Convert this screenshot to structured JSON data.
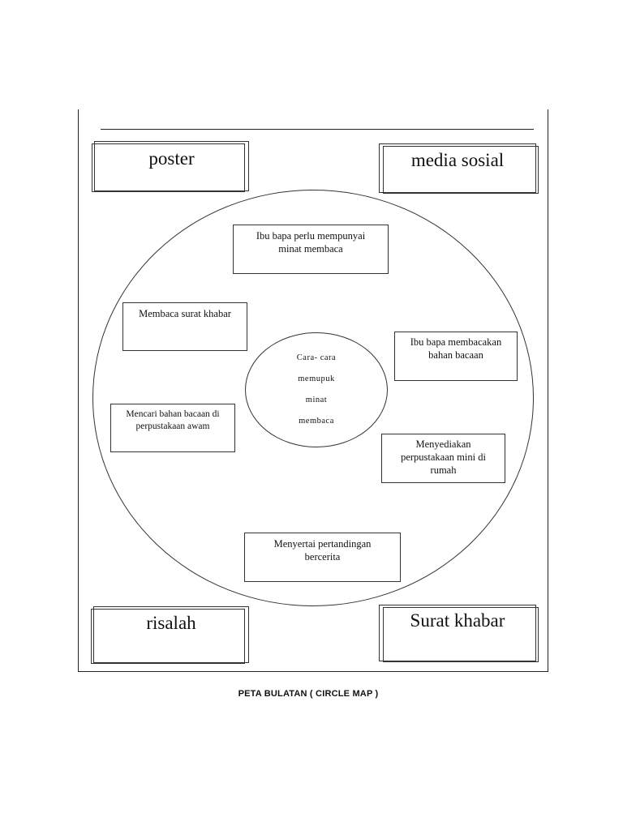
{
  "corners": {
    "top_left": "poster",
    "top_right": "media sosial",
    "bottom_left": "risalah",
    "bottom_right": "Surat khabar"
  },
  "center": {
    "lines": [
      "Cara- cara",
      "memupuk",
      "minat",
      "membaca"
    ]
  },
  "ideas": {
    "top": [
      "Ibu bapa perlu mempunyai",
      "minat membaca"
    ],
    "upper_left": [
      "Membaca surat khabar"
    ],
    "upper_right": [
      "Ibu bapa membacakan",
      "bahan bacaan"
    ],
    "lower_left": [
      "Mencari bahan bacaan di",
      "perpustakaan awam"
    ],
    "lower_right": [
      "Menyediakan",
      "perpustakaan mini di",
      "rumah"
    ],
    "bottom": [
      "Menyertai pertandingan",
      "bercerita"
    ]
  },
  "caption": "PETA BULATAN ( CIRCLE MAP )"
}
